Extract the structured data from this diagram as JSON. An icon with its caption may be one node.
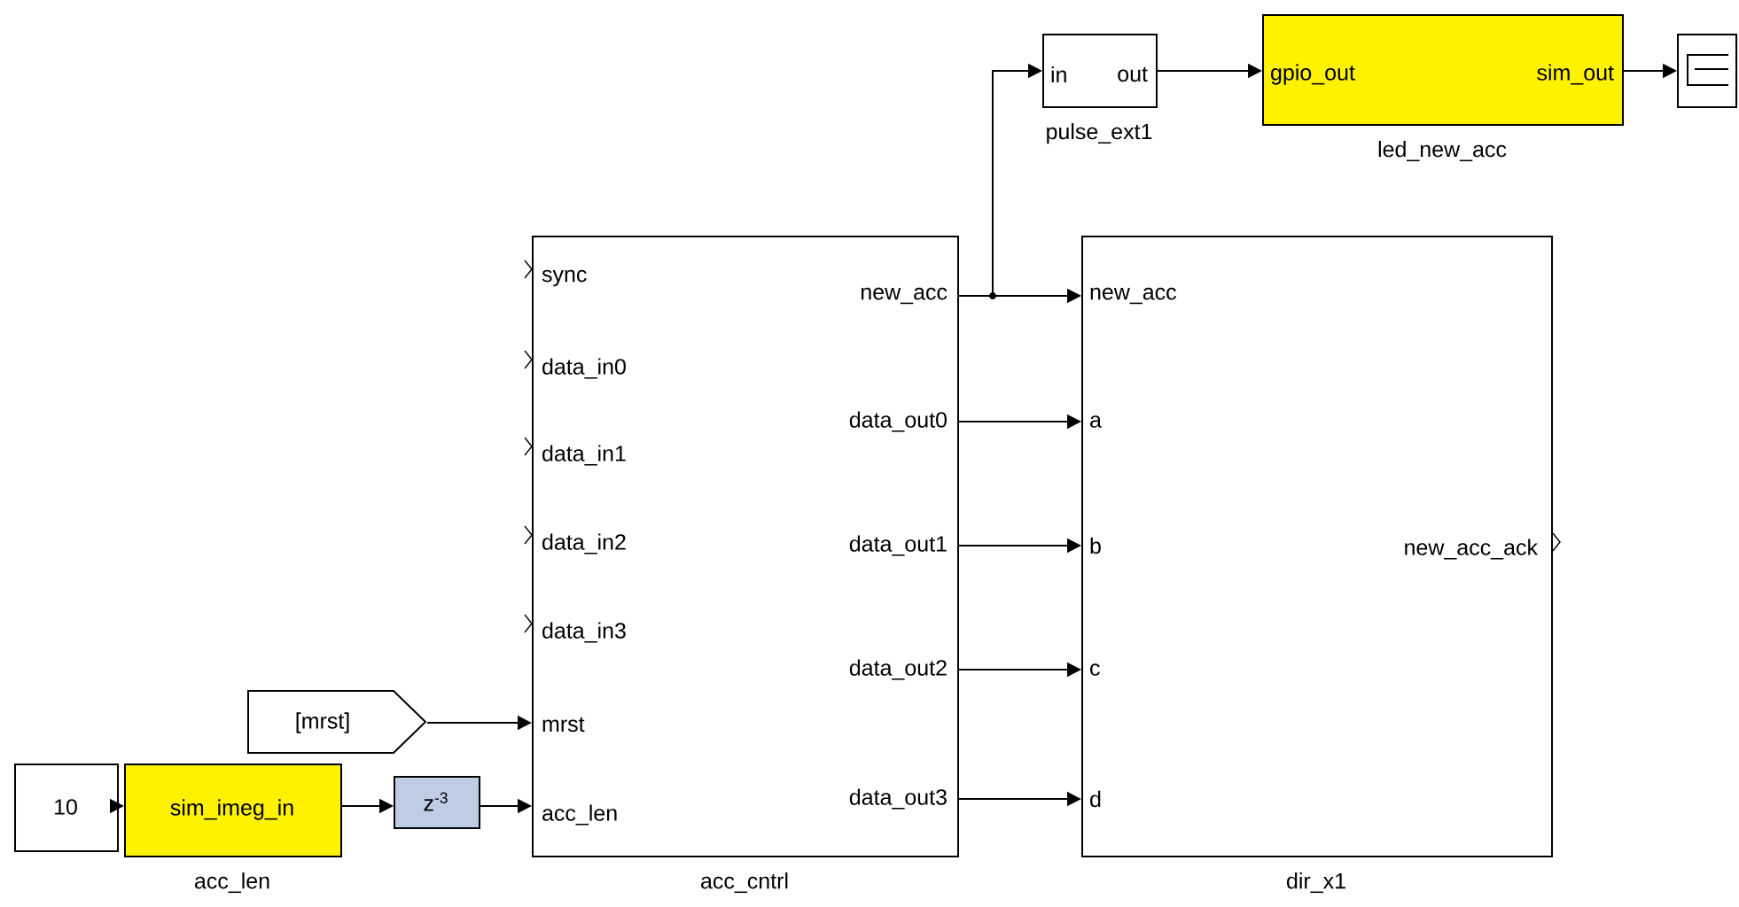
{
  "diagram": {
    "nodes": [
      {
        "text": [
          "10"
        ]
      },
      {
        "text": [
          "sim_imeg_in"
        ],
        "beside": [
          "acc_len"
        ]
      },
      {
        "text": [
          "z$^{-3}$"
        ]
      },
      {
        "text": [
          "[mrst]"
        ]
      },
      {
        "text": [
          "sync",
          "data_in0",
          "data_in1",
          "data_in2",
          "data_in3",
          "mrst",
          "acc_len",
          "new_acc",
          "data_out0",
          "data_out1",
          "data_out2",
          "data_out3"
        ],
        "beside": [
          "acc_cntrl"
        ]
      },
      {
        "text": [
          "in",
          "out"
        ],
        "beside": [
          "pulse_ext1"
        ]
      },
      {
        "text": [
          "gpio_out",
          "sim_out"
        ],
        "beside": [
          "led_new_acc"
        ]
      },
      {
        "text": [],
        "shape": "box"
      },
      {
        "text": [
          "new_acc",
          "a",
          "b",
          "c",
          "d",
          "new_acc_ack"
        ],
        "beside": [
          "dir_x1"
        ]
      }
    ],
    "edges": [
      {
        "from": 0,
        "to": 1,
        "arrow": "to"
      },
      {
        "from": 1,
        "to": 2,
        "arrow": "to"
      },
      {
        "from": 2,
        "to": 4,
        "arrow": "to"
      },
      {
        "from": 3,
        "to": 4,
        "arrow": "to"
      },
      {
        "from": 4,
        "to": 8,
        "arrow": "to"
      },
      {
        "from": 4,
        "to": 5,
        "arrow": "to"
      },
      {
        "from": 5,
        "to": 6,
        "arrow": "to"
      },
      {
        "from": 6,
        "to": 7,
        "arrow": "to"
      },
      {
        "from": 4,
        "to": 8,
        "arrow": "to"
      },
      {
        "from": 4,
        "to": 8,
        "arrow": "to"
      },
      {
        "from": 4,
        "to": 8,
        "arrow": "to"
      },
      {
        "from": 4,
        "to": 8,
        "arrow": "to"
      }
    ]
  }
}
